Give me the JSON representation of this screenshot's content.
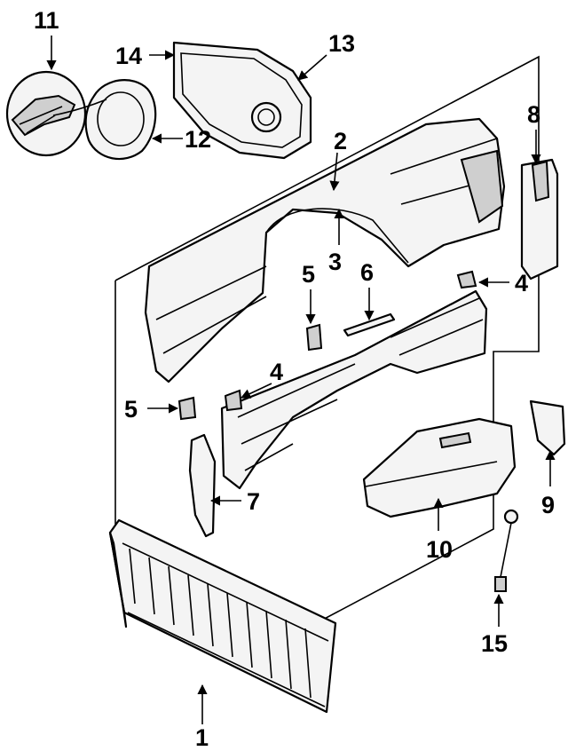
{
  "diagram": {
    "callouts": [
      {
        "id": "1",
        "label": "1"
      },
      {
        "id": "2",
        "label": "2"
      },
      {
        "id": "3",
        "label": "3"
      },
      {
        "id": "4a",
        "label": "4"
      },
      {
        "id": "4b",
        "label": "4"
      },
      {
        "id": "5a",
        "label": "5"
      },
      {
        "id": "5b",
        "label": "5"
      },
      {
        "id": "6",
        "label": "6"
      },
      {
        "id": "7",
        "label": "7"
      },
      {
        "id": "8",
        "label": "8"
      },
      {
        "id": "9",
        "label": "9"
      },
      {
        "id": "10",
        "label": "10"
      },
      {
        "id": "11",
        "label": "11"
      },
      {
        "id": "12",
        "label": "12"
      },
      {
        "id": "13",
        "label": "13"
      },
      {
        "id": "14",
        "label": "14"
      },
      {
        "id": "15",
        "label": "15"
      }
    ]
  }
}
